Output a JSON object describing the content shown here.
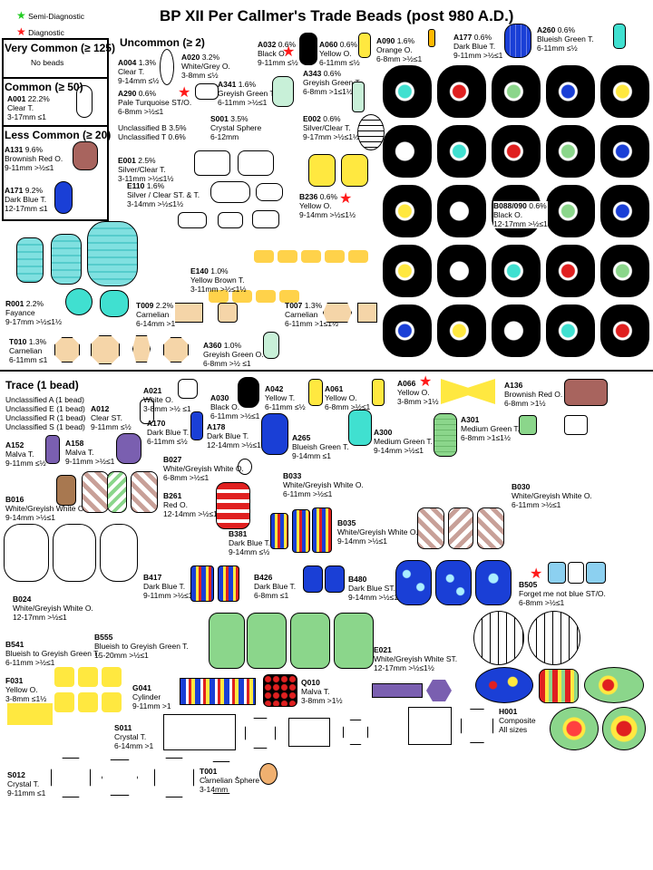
{
  "title": "BP XII Per Callmer's Trade Beads (post 980 A.D.)",
  "legend": {
    "semi": "Semi-Diagnostic",
    "diag": "Diagnostic",
    "semi_color": "#22cc22",
    "diag_color": "#ff1a1a"
  },
  "cats": {
    "vc_title": "Very Common (≥ 125)",
    "vc_none": "No beads",
    "c_title": "Common (≥ 50)",
    "lc_title": "Less Common (≥ 20)",
    "unc_title": "Uncommon (≥ 2)",
    "trace_title": "Trace (1 bead)"
  },
  "beads": {
    "A001": [
      "A001",
      "22.2%",
      "Clear T.",
      "3-17mm ≤1"
    ],
    "A131": [
      "A131",
      "9.6%",
      "Brownish Red O.",
      "9-11mm   >½≤1"
    ],
    "A171": [
      "A171",
      "9.2%",
      "Dark Blue T.",
      "12-17mm ≤1"
    ],
    "A004": [
      "A004",
      "1.3%",
      "Clear T.",
      "9-14mm ≤½"
    ],
    "A020": [
      "A020",
      "3.2%",
      "White/Grey O.",
      "3-8mm ≤½"
    ],
    "A032": [
      "A032",
      "0.6%",
      "Black O.",
      "9-11mm ≤½"
    ],
    "A060": [
      "A060",
      "0.6%",
      "Yellow O.",
      "6-11mm ≤½"
    ],
    "A090": [
      "A090",
      "1.6%",
      "Orange O.",
      "6-8mm >½≤1"
    ],
    "A177": [
      "A177",
      "0.6%",
      "Dark Blue T.",
      "9-11mm >½≤1"
    ],
    "A260": [
      "A260",
      "0.6%",
      "Blueish Green T.",
      "6-11mm ≤½"
    ],
    "A290": [
      "A290",
      "0.6%",
      "Pale Turquoise ST/O.",
      "6-8mm >½≤1"
    ],
    "A341": [
      "A341",
      "1.6%",
      "Greyish Green T.",
      "6-11mm >½≤1"
    ],
    "A343": [
      "A343",
      "0.6%",
      "Greyish Green T.",
      "6-8mm >1≤1½"
    ],
    "S001": [
      "S001",
      "3.5%",
      "Crystal Sphere",
      "6-12mm"
    ],
    "E002": [
      "E002",
      "0.6%",
      "Silver/Clear T.",
      "9-17mm >½≤1½"
    ],
    "UB": [
      "Unclassified B 3.5%",
      "",
      "",
      ""
    ],
    "UT": [
      "Unclassified T 0.6%",
      "",
      "",
      ""
    ],
    "E001": [
      "E001",
      "2.5%",
      "Silver/Clear T.",
      "3-11mm >½≤1½"
    ],
    "E110": [
      "E110",
      "1.6%",
      "Silver / Clear ST. & T.",
      "3-14mm >½≤1½"
    ],
    "B236": [
      "B236",
      "0.6%",
      "Yellow O.",
      "9-14mm >½≤1½"
    ],
    "B088": [
      "B088/090",
      "0.6%",
      "Black O.",
      "12-17mm >½≤1"
    ],
    "E140": [
      "E140",
      "1.0%",
      "Yellow Brown T.",
      "3-11mm >½≤1½"
    ],
    "R001": [
      "R001",
      "2.2%",
      "Fayance",
      "9-17mm >½≤1½"
    ],
    "T009": [
      "T009",
      "2.2%",
      "Carnelian",
      "6-14mm >1"
    ],
    "T007": [
      "T007",
      "1.3%",
      "Carnelian",
      "6-11mm >1≤1½"
    ],
    "T010": [
      "T010",
      "1.3%",
      "Carnelian",
      "6-11mm ≤1"
    ],
    "A360": [
      "A360",
      "1.0%",
      "Greyish Green O.",
      "6-8mm >½ ≤1"
    ],
    "A012": [
      "A012",
      "",
      "Clear ST.",
      "9-11mm ≤½"
    ],
    "A021": [
      "A021",
      "",
      "White O.",
      "3-8mm >½ ≤1"
    ],
    "A030": [
      "A030",
      "",
      "Black O.",
      "6-11mm >½≤1"
    ],
    "A042": [
      "A042",
      "",
      "Yellow T.",
      "6-11mm ≤½"
    ],
    "A061": [
      "A061",
      "",
      "Yellow O.",
      "6-8mm >½≤1"
    ],
    "A066": [
      "A066",
      "",
      "Yellow O.",
      "3-8mm >1½"
    ],
    "A136": [
      "A136",
      "",
      "Brownish Red O.",
      "6-8mm >1½"
    ],
    "A170": [
      "A170",
      "",
      "Dark Blue T.",
      "6-11mm ≤½"
    ],
    "A178": [
      "A178",
      "",
      "Dark Blue T.",
      "12-14mm >½≤1"
    ],
    "A265": [
      "A265",
      "",
      "Blueish Green T.",
      "9-14mm ≤1"
    ],
    "A300": [
      "A300",
      "",
      "Medium Green T.",
      "9-14mm >½≤1"
    ],
    "A301": [
      "A301",
      "",
      "Medium Green T.",
      "6-8mm >1≤1½"
    ],
    "A152": [
      "A152",
      "",
      "Malva T.",
      "9-11mm ≤½"
    ],
    "A158": [
      "A158",
      "",
      "Malva T.",
      "9-11mm >½≤1"
    ],
    "B027": [
      "B027",
      "",
      "White/Greyish White O.",
      "6-8mm >½≤1"
    ],
    "B033": [
      "B033",
      "",
      "White/Greyish White O.",
      "6-11mm >½≤1"
    ],
    "B030": [
      "B030",
      "",
      "White/Greyish White O.",
      "6-11mm >½≤1"
    ],
    "B016": [
      "B016",
      "",
      "White/Greyish White O.",
      "9-14mm >½≤1"
    ],
    "B261": [
      "B261",
      "",
      "Red O.",
      "12-14mm >½≤1"
    ],
    "B381": [
      "B381",
      "",
      "Dark Blue T.",
      "9-14mm ≤½"
    ],
    "B035": [
      "B035",
      "",
      "White/Greyish White O.",
      "9-14mm  >½≤1"
    ],
    "B024": [
      "B024",
      "",
      "White/Greyish White O.",
      "12-17mm >½≤1"
    ],
    "B417": [
      "B417",
      "",
      "Dark Blue T.",
      "9-11mm >½≤1"
    ],
    "B426": [
      "B426",
      "",
      "Dark Blue T.",
      "6-8mm ≤1"
    ],
    "B480": [
      "B480",
      "",
      "Dark Blue ST.",
      "9-14mm >½≤1"
    ],
    "B505": [
      "B505",
      "",
      "Forget me not blue ST/O.",
      "6-8mm >½≤1"
    ],
    "B541": [
      "B541",
      "",
      "Blueish to Greyish Green T.",
      "6-11mm >½≤1"
    ],
    "B555": [
      "B555",
      "",
      "Blueish to Greyish Green T.",
      "15-20mm >½≤1"
    ],
    "E021": [
      "E021",
      "",
      "White/Greyish White ST.",
      "12-17mm >½≤1½"
    ],
    "F031": [
      "F031",
      "",
      "Yellow O.",
      "3-8mm ≤1½"
    ],
    "G041": [
      "G041",
      "",
      "Cylinder",
      "9-11mm >1"
    ],
    "Q010": [
      "Q010",
      "",
      "Malva T.",
      "3-8mm >1½"
    ],
    "S011": [
      "S011",
      "",
      "Crystal T.",
      "6-14mm >1"
    ],
    "H001": [
      "H001",
      "",
      "Composite",
      "All sizes"
    ],
    "S012": [
      "S012",
      "",
      "Crystal T.",
      "9-11mm ≤1"
    ],
    "T001": [
      "T001",
      "",
      "Carnelian Sphere",
      "3-14mm"
    ]
  },
  "unclassified_trace": [
    "Unclassified A (1 bead)",
    "Unclassified E (1 bead)",
    "Unclassified R (1 bead)",
    "Unclassified S (1 bead)"
  ],
  "colors": {
    "red_brown": "#a8645e",
    "dark_blue": "#1a3fd6",
    "yellow": "#ffe840",
    "green_pale": "#c8f0d8",
    "teal": "#40e0d0",
    "malva": "#7a5fb0",
    "orange": "#ffb800",
    "carnelian": "#f5d5a8",
    "fayance": "#80e0e0",
    "green_med": "#8bd68b"
  }
}
